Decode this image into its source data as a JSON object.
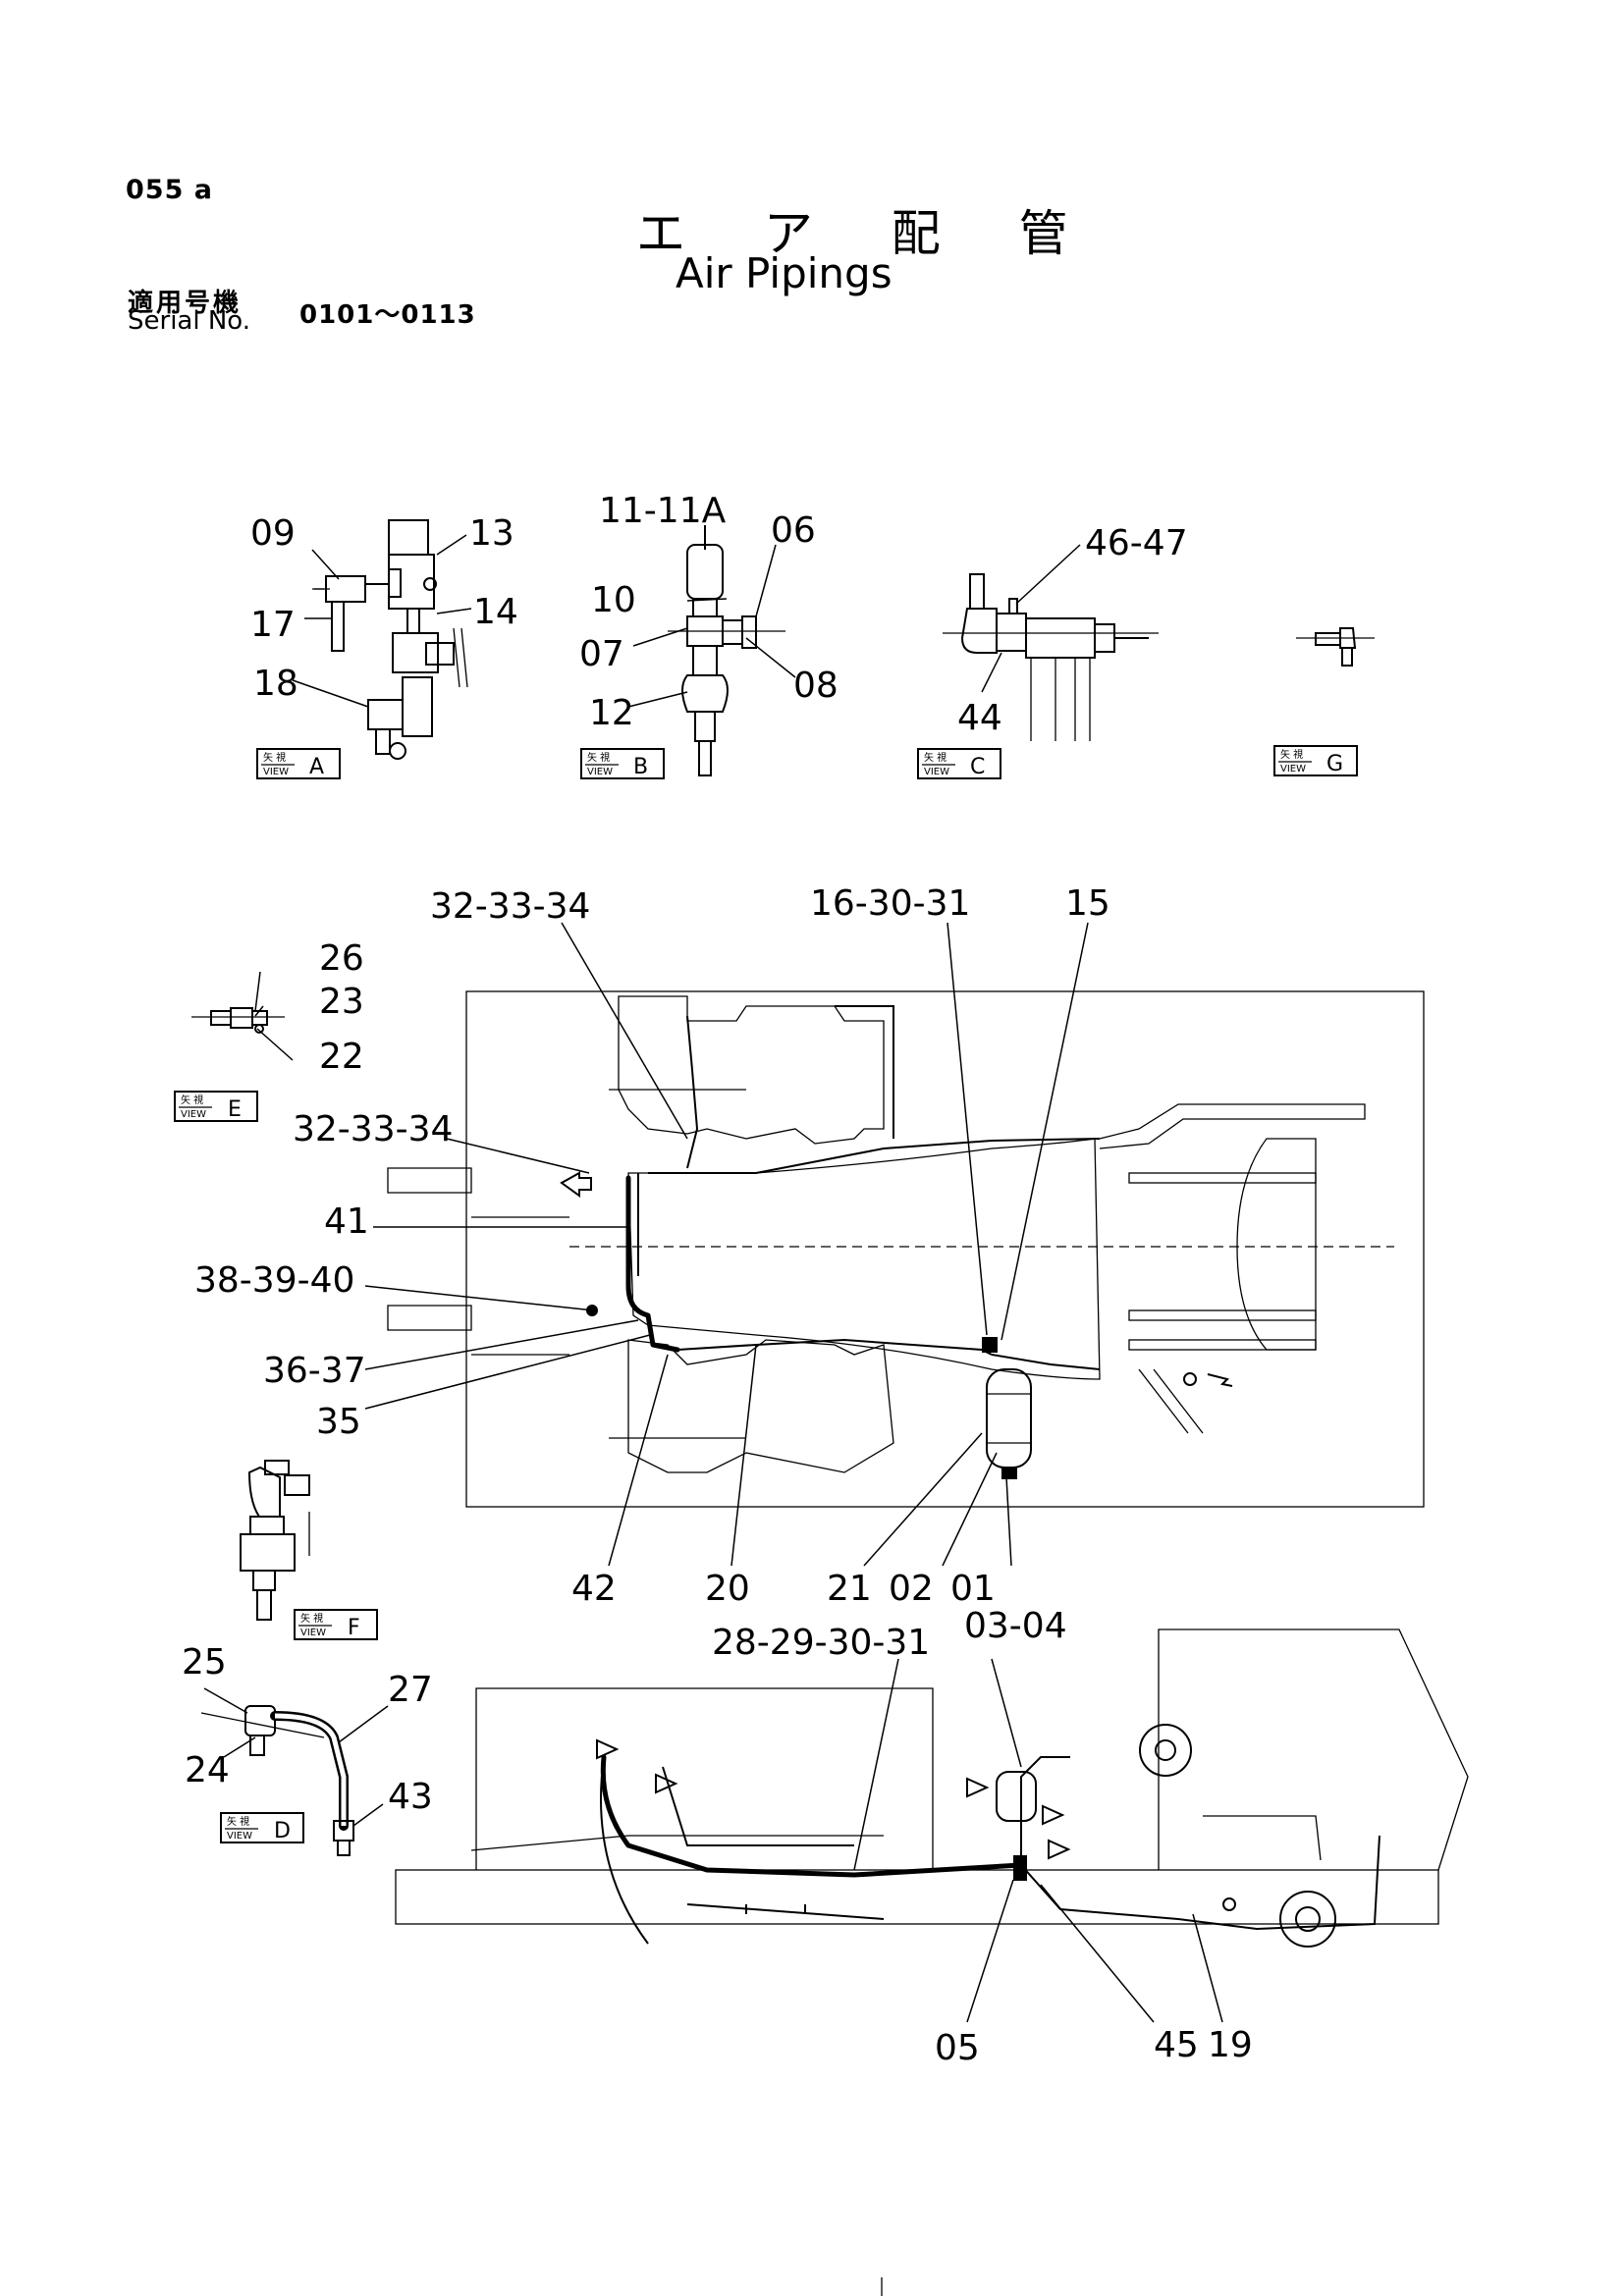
{
  "header": {
    "page_code": "055 a",
    "title_jp": "エ ア 配 管",
    "title_en": "Air Pipings",
    "serial_label_jp": "適用号機",
    "serial_label_en": "Serial No.",
    "serial_range": "0101～0113"
  },
  "view_boxes": {
    "prefix_jp": "矢 視",
    "prefix_en": "VIEW",
    "A": "A",
    "B": "B",
    "C": "C",
    "D": "D",
    "E": "E",
    "F": "F",
    "G": "G"
  },
  "callouts": {
    "c09": "09",
    "c13": "13",
    "c17": "17",
    "c14": "14",
    "c18": "18",
    "c11": "11-11A",
    "c06": "06",
    "c10": "10",
    "c07": "07",
    "c08": "08",
    "c12": "12",
    "c4647": "46-47",
    "c44": "44",
    "c323334a": "32-33-34",
    "c163031": "16-30-31",
    "c15": "15",
    "c26": "26",
    "c23": "23",
    "c22": "22",
    "c323334b": "32-33-34",
    "c41": "41",
    "c383940": "38-39-40",
    "c3637": "36-37",
    "c35": "35",
    "c42": "42",
    "c20": "20",
    "c21": "21",
    "c02": "02",
    "c01": "01",
    "c28293031": "28-29-30-31",
    "c0304": "03-04",
    "c25": "25",
    "c27": "27",
    "c24": "24",
    "c43": "43",
    "c05": "05",
    "c45": "45",
    "c19": "19"
  }
}
